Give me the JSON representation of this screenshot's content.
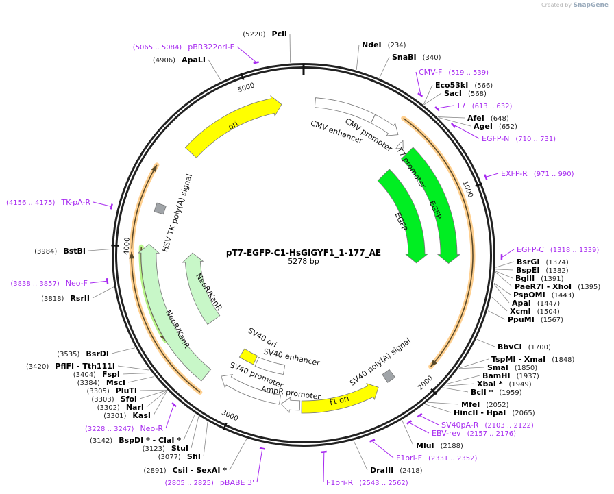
{
  "watermark": {
    "prefix": "Created by",
    "brand": "SnapGene"
  },
  "plasmid": {
    "name": "pT7-EGFP-C1-HsGIGYF1_1-177_AE",
    "length_label": "5278 bp",
    "length_bp": 5278
  },
  "ticks": [
    "1000",
    "2000",
    "3000",
    "4000",
    "5000"
  ],
  "colors": {
    "backbone": "#222222",
    "enzyme_text": "#000000",
    "primer": "#a72bf0",
    "egfp": "#00ee22",
    "neo": "#c8f7c8",
    "ori": "#ffff00",
    "polyA": "#a0a4a8",
    "translation_halo": "#ffd090",
    "translation_line": "#5a4a2a",
    "translation_green_halo": "#b8f58a"
  },
  "enzymes": [
    {
      "name": "PciI",
      "pos": "(5220)",
      "bp": 5220
    },
    {
      "name": "NdeI",
      "pos": "(234)",
      "bp": 234
    },
    {
      "name": "SnaBI",
      "pos": "(340)",
      "bp": 340
    },
    {
      "name": "Eco53kI",
      "pos": "(566)",
      "bp": 566
    },
    {
      "name": "SacI",
      "pos": "(568)",
      "bp": 568
    },
    {
      "name": "AfeI",
      "pos": "(648)",
      "bp": 648
    },
    {
      "name": "AgeI",
      "pos": "(652)",
      "bp": 652
    },
    {
      "name": "BsrGI",
      "pos": "(1374)",
      "bp": 1374
    },
    {
      "name": "BspEI",
      "pos": "(1382)",
      "bp": 1382
    },
    {
      "name": "BglII",
      "pos": "(1391)",
      "bp": 1391
    },
    {
      "name": "PaeR7I  - XhoI",
      "pos": "(1395)",
      "bp": 1395
    },
    {
      "name": "PspOMI",
      "pos": "(1443)",
      "bp": 1443
    },
    {
      "name": "ApaI",
      "pos": "(1447)",
      "bp": 1447
    },
    {
      "name": "XcmI",
      "pos": "(1504)",
      "bp": 1504
    },
    {
      "name": "PpuMI",
      "pos": "(1567)",
      "bp": 1567
    },
    {
      "name": "BbvCI",
      "pos": "(1700)",
      "bp": 1700
    },
    {
      "name": "TspMI  - XmaI",
      "pos": "(1848)",
      "bp": 1848
    },
    {
      "name": "SmaI",
      "pos": "(1850)",
      "bp": 1850
    },
    {
      "name": "BamHI",
      "pos": "(1937)",
      "bp": 1937
    },
    {
      "name": "XbaI *",
      "pos": "(1949)",
      "bp": 1949
    },
    {
      "name": "BclI *",
      "pos": "(1959)",
      "bp": 1959
    },
    {
      "name": "MfeI",
      "pos": "(2052)",
      "bp": 2052
    },
    {
      "name": "HincII  - HpaI",
      "pos": "(2065)",
      "bp": 2065
    },
    {
      "name": "MluI",
      "pos": "(2188)",
      "bp": 2188
    },
    {
      "name": "DraIII",
      "pos": "(2418)",
      "bp": 2418
    },
    {
      "name": "CsiI  - SexAI *",
      "pos": "(2891)",
      "bp": 2891
    },
    {
      "name": "SfiI",
      "pos": "(3077)",
      "bp": 3077
    },
    {
      "name": "StuI",
      "pos": "(3123)",
      "bp": 3123
    },
    {
      "name": "BspDI *  - ClaI *",
      "pos": "(3142)",
      "bp": 3142
    },
    {
      "name": "KasI",
      "pos": "(3301)",
      "bp": 3301
    },
    {
      "name": "NarI",
      "pos": "(3302)",
      "bp": 3302
    },
    {
      "name": "SfoI",
      "pos": "(3303)",
      "bp": 3303
    },
    {
      "name": "PluTI",
      "pos": "(3305)",
      "bp": 3305
    },
    {
      "name": "MscI",
      "pos": "(3384)",
      "bp": 3384
    },
    {
      "name": "FspI",
      "pos": "(3404)",
      "bp": 3404
    },
    {
      "name": "PflFI  - Tth111I",
      "pos": "(3420)",
      "bp": 3420
    },
    {
      "name": "BsrDI",
      "pos": "(3535)",
      "bp": 3535
    },
    {
      "name": "RsrII",
      "pos": "(3818)",
      "bp": 3818
    },
    {
      "name": "BstBI",
      "pos": "(3984)",
      "bp": 3984
    },
    {
      "name": "ApaLI",
      "pos": "(4906)",
      "bp": 4906
    }
  ],
  "primers": [
    {
      "name": "pBR322ori-F",
      "range": "(5065 .. 5084)",
      "start": 5065,
      "end": 5084
    },
    {
      "name": "CMV-F",
      "range": "(519 .. 539)",
      "start": 519,
      "end": 539
    },
    {
      "name": "T7",
      "range": "(613 .. 632)",
      "start": 613,
      "end": 632
    },
    {
      "name": "EGFP-N",
      "range": "(710 .. 731)",
      "start": 710,
      "end": 731
    },
    {
      "name": "EXFP-R",
      "range": "(971 .. 990)",
      "start": 971,
      "end": 990
    },
    {
      "name": "EGFP-C",
      "range": "(1318 .. 1339)",
      "start": 1318,
      "end": 1339
    },
    {
      "name": "SV40pA-R",
      "range": "(2103 .. 2122)",
      "start": 2103,
      "end": 2122
    },
    {
      "name": "EBV-rev",
      "range": "(2157 .. 2176)",
      "start": 2157,
      "end": 2176
    },
    {
      "name": "F1ori-F",
      "range": "(2331 .. 2352)",
      "start": 2331,
      "end": 2352
    },
    {
      "name": "F1ori-R",
      "range": "(2543 .. 2562)",
      "start": 2543,
      "end": 2562
    },
    {
      "name": "pBABE 3'",
      "range": "(2805 .. 2825)",
      "start": 2805,
      "end": 2825
    },
    {
      "name": "Neo-R",
      "range": "(3228 .. 3247)",
      "start": 3228,
      "end": 3247
    },
    {
      "name": "Neo-F",
      "range": "(3838 .. 3857)",
      "start": 3838,
      "end": 3857
    },
    {
      "name": "TK-pA-R",
      "range": "(4156 .. 4175)",
      "start": 4156,
      "end": 4175
    }
  ],
  "features": [
    {
      "name": "CMV enhancer",
      "start": 64,
      "end": 396,
      "direction": "none",
      "color": "#ffffff"
    },
    {
      "name": "CMV promoter",
      "start": 397,
      "end": 560,
      "direction": "forward",
      "color": "#ffffff"
    },
    {
      "name": "T7 promoter",
      "start": 598,
      "end": 630,
      "direction": "forward",
      "color": "#ffffff"
    },
    {
      "name": "EGFP",
      "start": 667,
      "end": 1369,
      "direction": "forward",
      "color": "#00ee22"
    },
    {
      "name": "EGFP",
      "start": 660,
      "end": 1380,
      "direction": "forward",
      "color": "#00ee22"
    },
    {
      "name": "SV40 poly(A) signal",
      "start": 2100,
      "end": 2150,
      "direction": "none",
      "color": "#a0a4a8"
    },
    {
      "name": "f1 ori",
      "start": 2207,
      "end": 2650,
      "direction": "reverse",
      "color": "#ffff00"
    },
    {
      "name": "AmpR promoter",
      "start": 2660,
      "end": 2765,
      "direction": "forward",
      "color": "#ffffff"
    },
    {
      "name": "SV40 promoter",
      "start": 2775,
      "end": 3140,
      "direction": "forward",
      "color": "#ffffff"
    },
    {
      "name": "SV40 enhancer",
      "start": 2780,
      "end": 2985,
      "direction": "none",
      "color": "#ffffff"
    },
    {
      "name": "SV40 ori",
      "start": 3000,
      "end": 3110,
      "direction": "none",
      "color": "#ffff00"
    },
    {
      "name": "NeoR/KanR",
      "start": 3211,
      "end": 4017,
      "direction": "forward",
      "color": "#c8f7c8"
    },
    {
      "name": "NeoR/KanR",
      "start": 3431,
      "end": 3973,
      "direction": "forward",
      "color": "#c8f7c8"
    },
    {
      "name": "HSV TK poly(A) signal",
      "start": 4195,
      "end": 4245,
      "direction": "none",
      "color": "#a0a4a8"
    },
    {
      "name": "ori",
      "start": 4577,
      "end": 5156,
      "direction": "forward",
      "color": "#ffff00"
    }
  ],
  "translations": [
    {
      "start": 530,
      "end": 1925,
      "direction": "forward",
      "halo": "orange"
    },
    {
      "start": 3182,
      "end": 3973,
      "direction": "forward",
      "halo": "orange"
    },
    {
      "start": 3990,
      "end": 4420,
      "direction": "forward",
      "halo": "orange"
    },
    {
      "start": 3490,
      "end": 4000,
      "direction": "reverse",
      "halo": "green"
    }
  ]
}
